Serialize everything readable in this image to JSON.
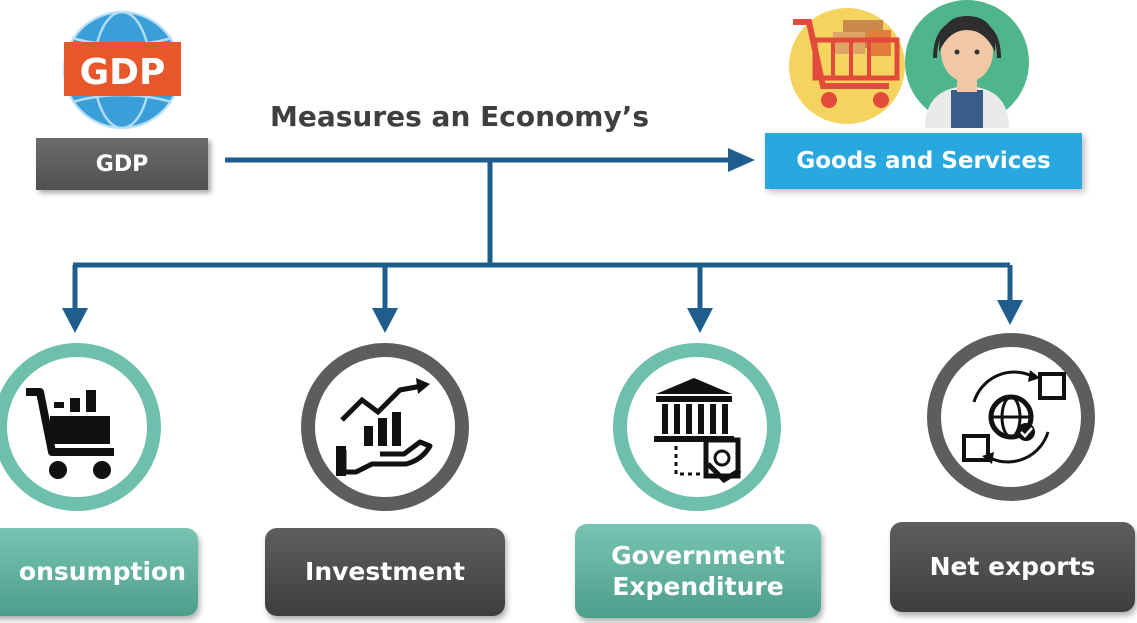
{
  "gdp": {
    "logo_text": "GDP",
    "label": "GDP"
  },
  "connector": {
    "label": "Measures an Economy’s"
  },
  "goods_services": {
    "label": "Goods and Services"
  },
  "components": [
    {
      "label": "onsumption",
      "icon": "shopping-cart-chart-icon",
      "ring_color": "#6ebfab"
    },
    {
      "label": "Investment",
      "icon": "growth-hand-icon",
      "ring_color": "#5d5d5d"
    },
    {
      "label": "Government\nExpenditure",
      "icon": "bank-money-icon",
      "ring_color": "#6ebfab"
    },
    {
      "label": "Net exports",
      "icon": "global-trade-icon",
      "ring_color": "#5d5d5d"
    }
  ],
  "colors": {
    "arrow": "#1e5d8c",
    "teal": "#6ebfab",
    "grey": "#5d5d5d",
    "blue_label": "#29a7df",
    "gdp_orange": "#e8562c"
  }
}
